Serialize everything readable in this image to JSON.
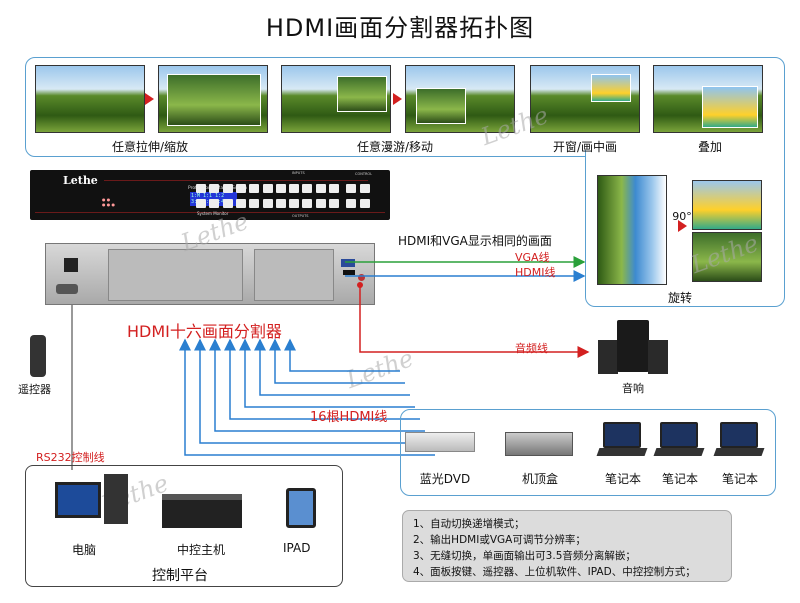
{
  "title": "HDMI画面分割器拓扑图",
  "effects": {
    "stretch": "任意拉伸/缩放",
    "roam": "任意漫游/移动",
    "pip": "开窗/画中画",
    "overlay": "叠加",
    "rotate": "旋转",
    "angle": "90°"
  },
  "device": {
    "brand": "Lethe",
    "model_text": "Professional Matrix Switch",
    "monitor_text": "System Monitor",
    "inputs_label": "INPUTS",
    "outputs_label": "OUTPUTS",
    "control_label": "CONTROL",
    "lcd": [
      "1:M  1:1  1:2",
      "3:M  1:3  1:4"
    ],
    "name": "HDMI十六画面分割器"
  },
  "connections": {
    "same_display": "HDMI和VGA显示相同的画面",
    "vga": "VGA线",
    "hdmi": "HDMI线",
    "audio": "音频线",
    "hdmi16": "16根HDMI线",
    "rs232": "RS232控制线"
  },
  "peripherals": {
    "remote": "遥控器",
    "speaker": "音响"
  },
  "sources": [
    "蓝光DVD",
    "机顶盒",
    "笔记本",
    "笔记本",
    "笔记本"
  ],
  "control": {
    "title": "控制平台",
    "items": [
      "电脑",
      "中控主机",
      "IPAD"
    ]
  },
  "features": [
    "1、自动切换递增模式；",
    "2、输出HDMI或VGA可调节分辨率；",
    "3、无缝切换，单画面输出可3.5音频分离解嵌；",
    "4、面板按键、遥控器、上位机软件、IPAD、中控控制方式；"
  ],
  "colors": {
    "vga": "#2aa03a",
    "hdmi": "#2a7fd0",
    "audio": "#d32020"
  }
}
